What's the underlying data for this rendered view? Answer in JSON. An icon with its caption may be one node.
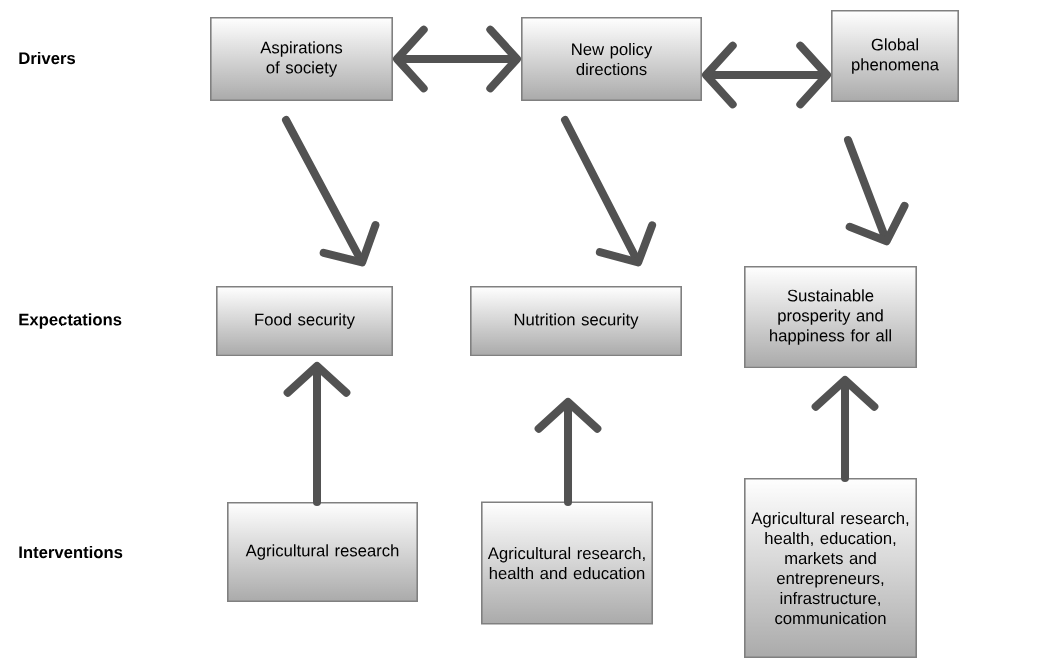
{
  "diagram": {
    "nodes": [
      {
        "text": [
          "Aspirations of society"
        ]
      },
      {
        "text": [
          "New policy directions"
        ]
      },
      {
        "text": [
          "Global phenomena"
        ]
      },
      {
        "text": [
          "Food security"
        ]
      },
      {
        "text": [
          "Nutrition security"
        ]
      },
      {
        "text": [
          "Sustainable prosperity and happiness for all"
        ]
      },
      {
        "text": [
          "Agricultural research"
        ]
      },
      {
        "text": [
          "Agricultural research, health and education"
        ]
      },
      {
        "text": [
          "Agricultural research, health, education, markets and entrepreneurs, infrastructure, communication"
        ]
      }
    ],
    "edges": [
      {
        "from": 0,
        "to": 1,
        "arrow": "both"
      },
      {
        "from": 1,
        "to": 2,
        "arrow": "both"
      },
      {
        "from": 0,
        "to": 3,
        "arrow": "to"
      },
      {
        "from": 1,
        "to": 4,
        "arrow": "to"
      },
      {
        "from": 2,
        "to": 5,
        "arrow": "to"
      },
      {
        "from": 6,
        "to": 3,
        "arrow": "to"
      },
      {
        "from": 7,
        "to": 4,
        "arrow": "to"
      },
      {
        "from": 8,
        "to": 5,
        "arrow": "to"
      }
    ],
    "labels": [
      "Drivers",
      "Expectations",
      "Interventions"
    ]
  }
}
